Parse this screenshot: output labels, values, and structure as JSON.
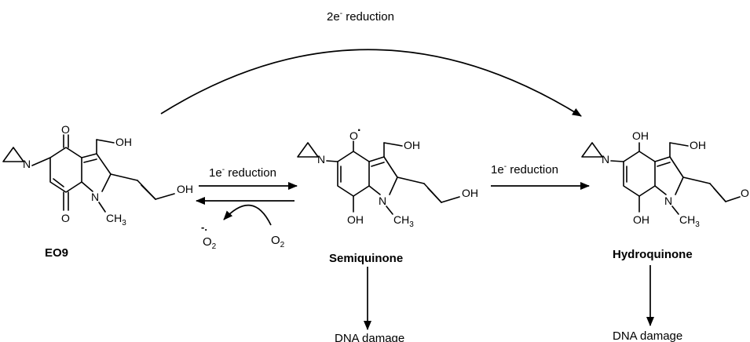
{
  "arrows": {
    "two_electron": {
      "label": "2e",
      "sup": "-",
      "rest": " reduction"
    },
    "one_electron_1": {
      "label": "1e",
      "sup": "-",
      "rest": " reduction"
    },
    "one_electron_2": {
      "label": "1e",
      "sup": "-",
      "rest": " reduction"
    }
  },
  "oxygen": {
    "reactant": "O",
    "product": "O",
    "subscript": "2",
    "radical_mark": "-."
  },
  "compounds": {
    "eo9": {
      "name": "EO9"
    },
    "semiquinone": {
      "name": "Semiquinone",
      "radical_dot": "."
    },
    "hydroquinone": {
      "name": "Hydroquinone"
    }
  },
  "outcomes": {
    "semiquinone": "DNA damage",
    "hydroquinone": "DNA damage"
  },
  "atoms": {
    "O": "O",
    "OH": "OH",
    "N": "N",
    "CH": "CH",
    "three": "3"
  }
}
